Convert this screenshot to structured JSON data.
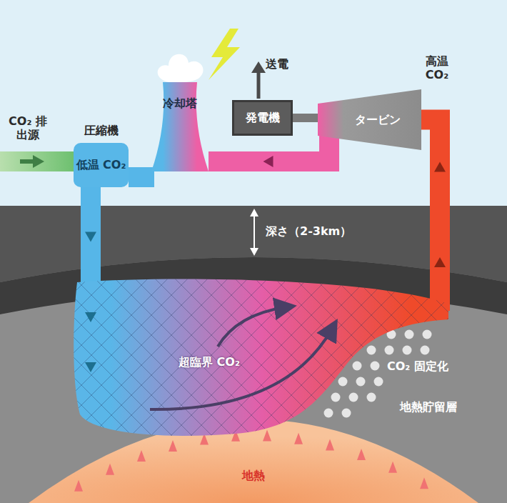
{
  "diagram": {
    "nodes": [
      {
        "text": [
          "圧縮機",
          "低温 CO₂"
        ]
      },
      {
        "text": [
          "冷却塔"
        ]
      },
      {
        "text": [
          "発電機"
        ]
      },
      {
        "text": [
          "タービン"
        ]
      },
      {
        "text": [
          "超臨界 CO₂"
        ]
      }
    ],
    "edges": [
      {
        "from": 0,
        "to": 4,
        "arrow": "to"
      },
      {
        "from": 4,
        "to": 3,
        "arrow": "to"
      },
      {
        "from": 3,
        "to": 1,
        "arrow": "to"
      },
      {
        "from": 1,
        "to": 0,
        "arrow": "to"
      },
      {
        "from": 2,
        "to": 3,
        "arrow": "none"
      }
    ],
    "labels": [
      "CO₂ 排出源",
      "送電",
      "高温 CO₂",
      "深さ（2-3km）",
      "CO₂ 固定化",
      "地熱貯留層",
      "地熱"
    ]
  }
}
